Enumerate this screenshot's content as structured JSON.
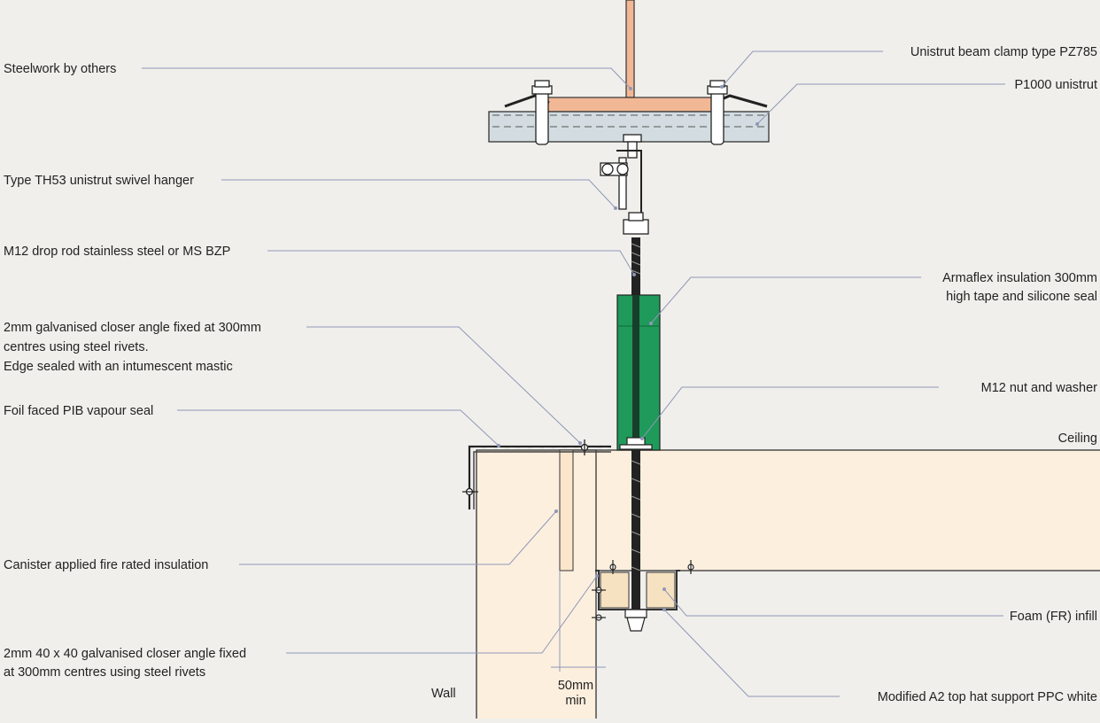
{
  "labels": {
    "steelwork": "Steelwork by others",
    "swivel_hanger": "Type TH53 unistrut swivel hanger",
    "drop_rod": "M12 drop rod stainless steel or MS BZP",
    "closer_angle_top": [
      "2mm galvanised closer angle fixed at 300mm",
      "centres using steel rivets.",
      "Edge sealed with an intumescent mastic"
    ],
    "vapour_seal": "Foil faced PIB vapour seal",
    "canister_insulation": "Canister applied fire rated insulation",
    "closer_angle_bottom": [
      "2mm 40 x 40 galvanised closer angle fixed",
      "at 300mm centres using steel rivets"
    ],
    "beam_clamp": "Unistrut beam clamp type PZ785",
    "unistrut": "P1000 unistrut",
    "armaflex": [
      "Armaflex insulation 300mm",
      "high tape and silicone seal"
    ],
    "nut_washer": "M12 nut and washer",
    "ceiling": "Ceiling",
    "foam_infill": "Foam (FR) infill",
    "top_hat": "Modified A2 top hat support PPC white",
    "wall": "Wall",
    "dimension": [
      "50mm",
      "min"
    ]
  },
  "colors": {
    "background": "#f0efeb",
    "steel_beam": "#f2b896",
    "unistrut": "#d3dde1",
    "armaflex": "#1f9a5a",
    "wall_ceiling": "#fdefde",
    "insulation": "#fbe6cc",
    "foam": "#f6e2c0",
    "leader": "#8f97b8"
  }
}
